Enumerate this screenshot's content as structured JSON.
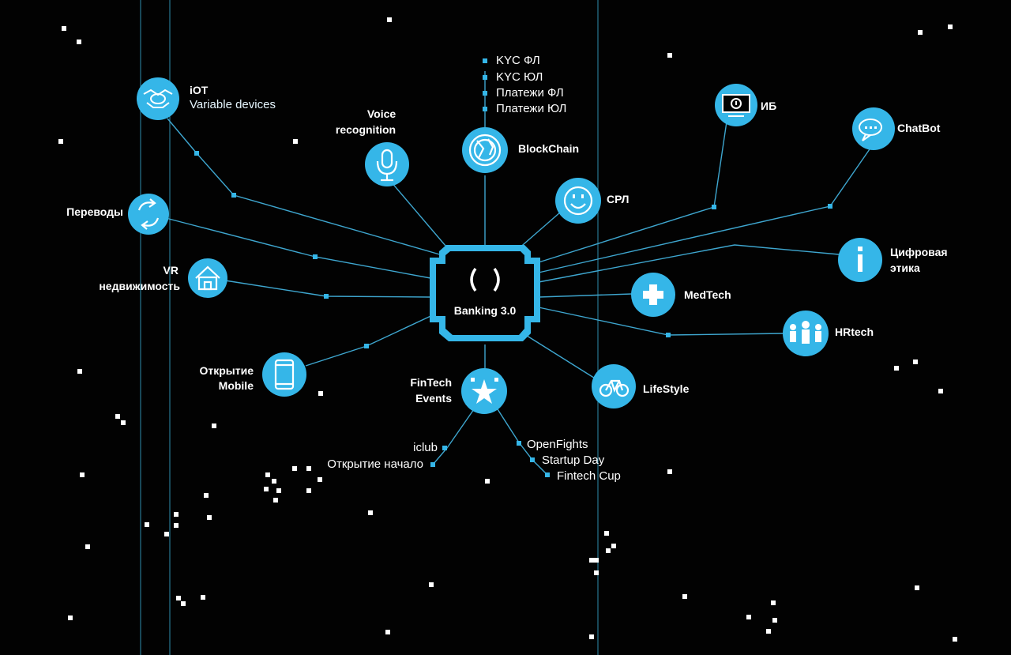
{
  "colors": {
    "background": "#020202",
    "accent": "#35b6e8",
    "line": "#3ea6cf",
    "text": "#ffffff",
    "stars": "#ffffff"
  },
  "center": {
    "label": "Banking 3.0",
    "icon": "brackets-icon"
  },
  "nodes": {
    "iot": {
      "title": "iOT",
      "subtitle": "Variable devices",
      "icon": "handshake-icon"
    },
    "voice": {
      "label_line1": "Voice",
      "label_line2": "recognition",
      "icon": "microphone-icon"
    },
    "blockchain": {
      "label": "BlockChain",
      "icon": "globe-icon",
      "items": [
        "KYC ФЛ",
        "KYC ЮЛ",
        "Платежи ФЛ",
        "Платежи ЮЛ"
      ]
    },
    "srl": {
      "label": "СРЛ",
      "icon": "smiley-icon"
    },
    "ib": {
      "label": "ИБ",
      "icon": "monitor-icon"
    },
    "chatbot": {
      "label": "ChatBot",
      "icon": "chat-bubble-icon"
    },
    "perevody": {
      "label": "Переводы",
      "icon": "refresh-icon"
    },
    "vr": {
      "label_line1": "VR",
      "label_line2": "недвижимость",
      "icon": "house-icon"
    },
    "digital_ethics": {
      "label_line1": "Цифровая",
      "label_line2": "этика",
      "icon": "info-icon"
    },
    "medtech": {
      "label": "MedTech",
      "icon": "cross-icon"
    },
    "hrtech": {
      "label": "HRtech",
      "icon": "people-icon"
    },
    "mobile": {
      "label_line1": "Открытие",
      "label_line2": "Mobile",
      "icon": "phone-icon"
    },
    "fintech": {
      "label_line1": "FinTech",
      "label_line2": "Events",
      "icon": "stars-icon",
      "left_items": [
        "iclub",
        "Открытие начало"
      ],
      "right_items": [
        "OpenFights",
        "Startup Day",
        "Fintech Cup"
      ]
    },
    "lifestyle": {
      "label": "LifeStyle",
      "icon": "bicycle-icon"
    }
  }
}
